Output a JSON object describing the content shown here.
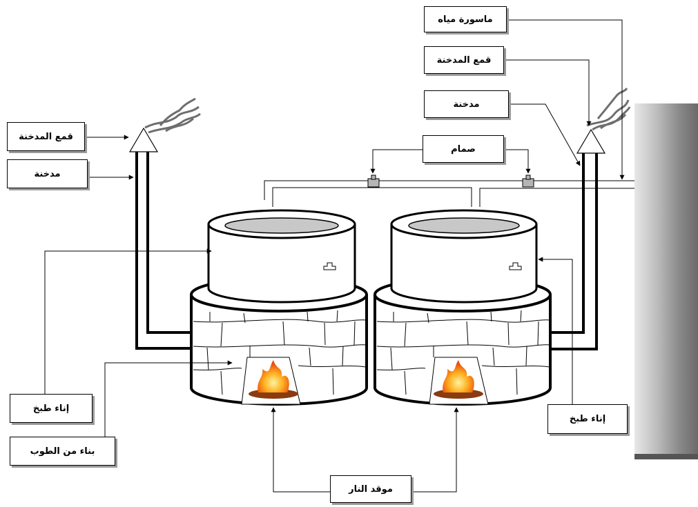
{
  "labels": {
    "water_pipe": "ماسورة مياه",
    "chimney_cap_right": "قمع المدخنة",
    "chimney_right": "مدخنة",
    "valve": "صمام",
    "chimney_cap_left": "قمع المدخنة",
    "chimney_left": "مدخنة",
    "cooking_pot_left": "إناء طبخ",
    "brick_build": "بناء من الطوب",
    "fire_place": "موقد النار",
    "cooking_pot_right": "إناء طبخ"
  }
}
